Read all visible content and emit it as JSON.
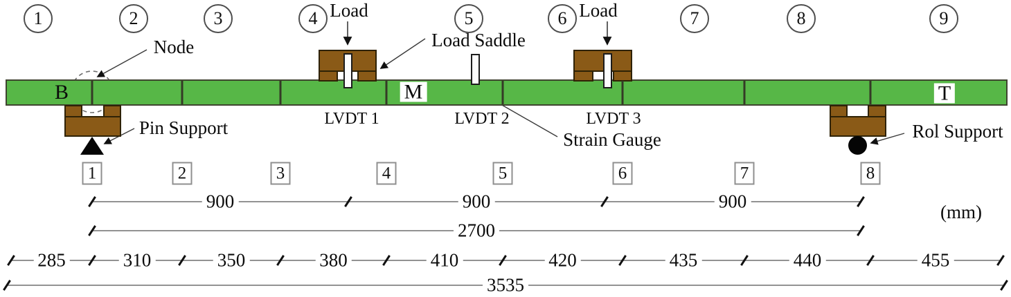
{
  "diagram": {
    "title": "beam four-point bending test setup",
    "unit_label": "(mm)",
    "beam": {
      "left_label": "B",
      "middle_label": "M",
      "right_label": "T"
    },
    "span_numbers": [
      "1",
      "2",
      "3",
      "4",
      "5",
      "6",
      "7",
      "8",
      "9"
    ],
    "node_numbers": [
      "1",
      "2",
      "3",
      "4",
      "5",
      "6",
      "7",
      "8"
    ],
    "annotations": {
      "node": "Node",
      "load_left": "Load",
      "load_right": "Load",
      "load_saddle": "Load Saddle",
      "pin_support": "Pin Support",
      "rol_support": "Rol Support",
      "strain_gauge": "Strain Gauge",
      "lvdt1": "LVDT 1",
      "lvdt2": "LVDT 2",
      "lvdt3": "LVDT 3"
    },
    "dimensions": {
      "spans_900": [
        "900",
        "900",
        "900"
      ],
      "total_2700": "2700",
      "segments": [
        "285",
        "310",
        "350",
        "380",
        "410",
        "420",
        "435",
        "440",
        "455"
      ],
      "total_3535": "3535"
    },
    "colors": {
      "beam_green": "#57b747",
      "beam_border": "#3f4430",
      "wood_brown": "#8a5a17",
      "wood_border": "#2e2206",
      "dim_line_gray": "#929292",
      "text_black": "#0b0b0b"
    }
  }
}
